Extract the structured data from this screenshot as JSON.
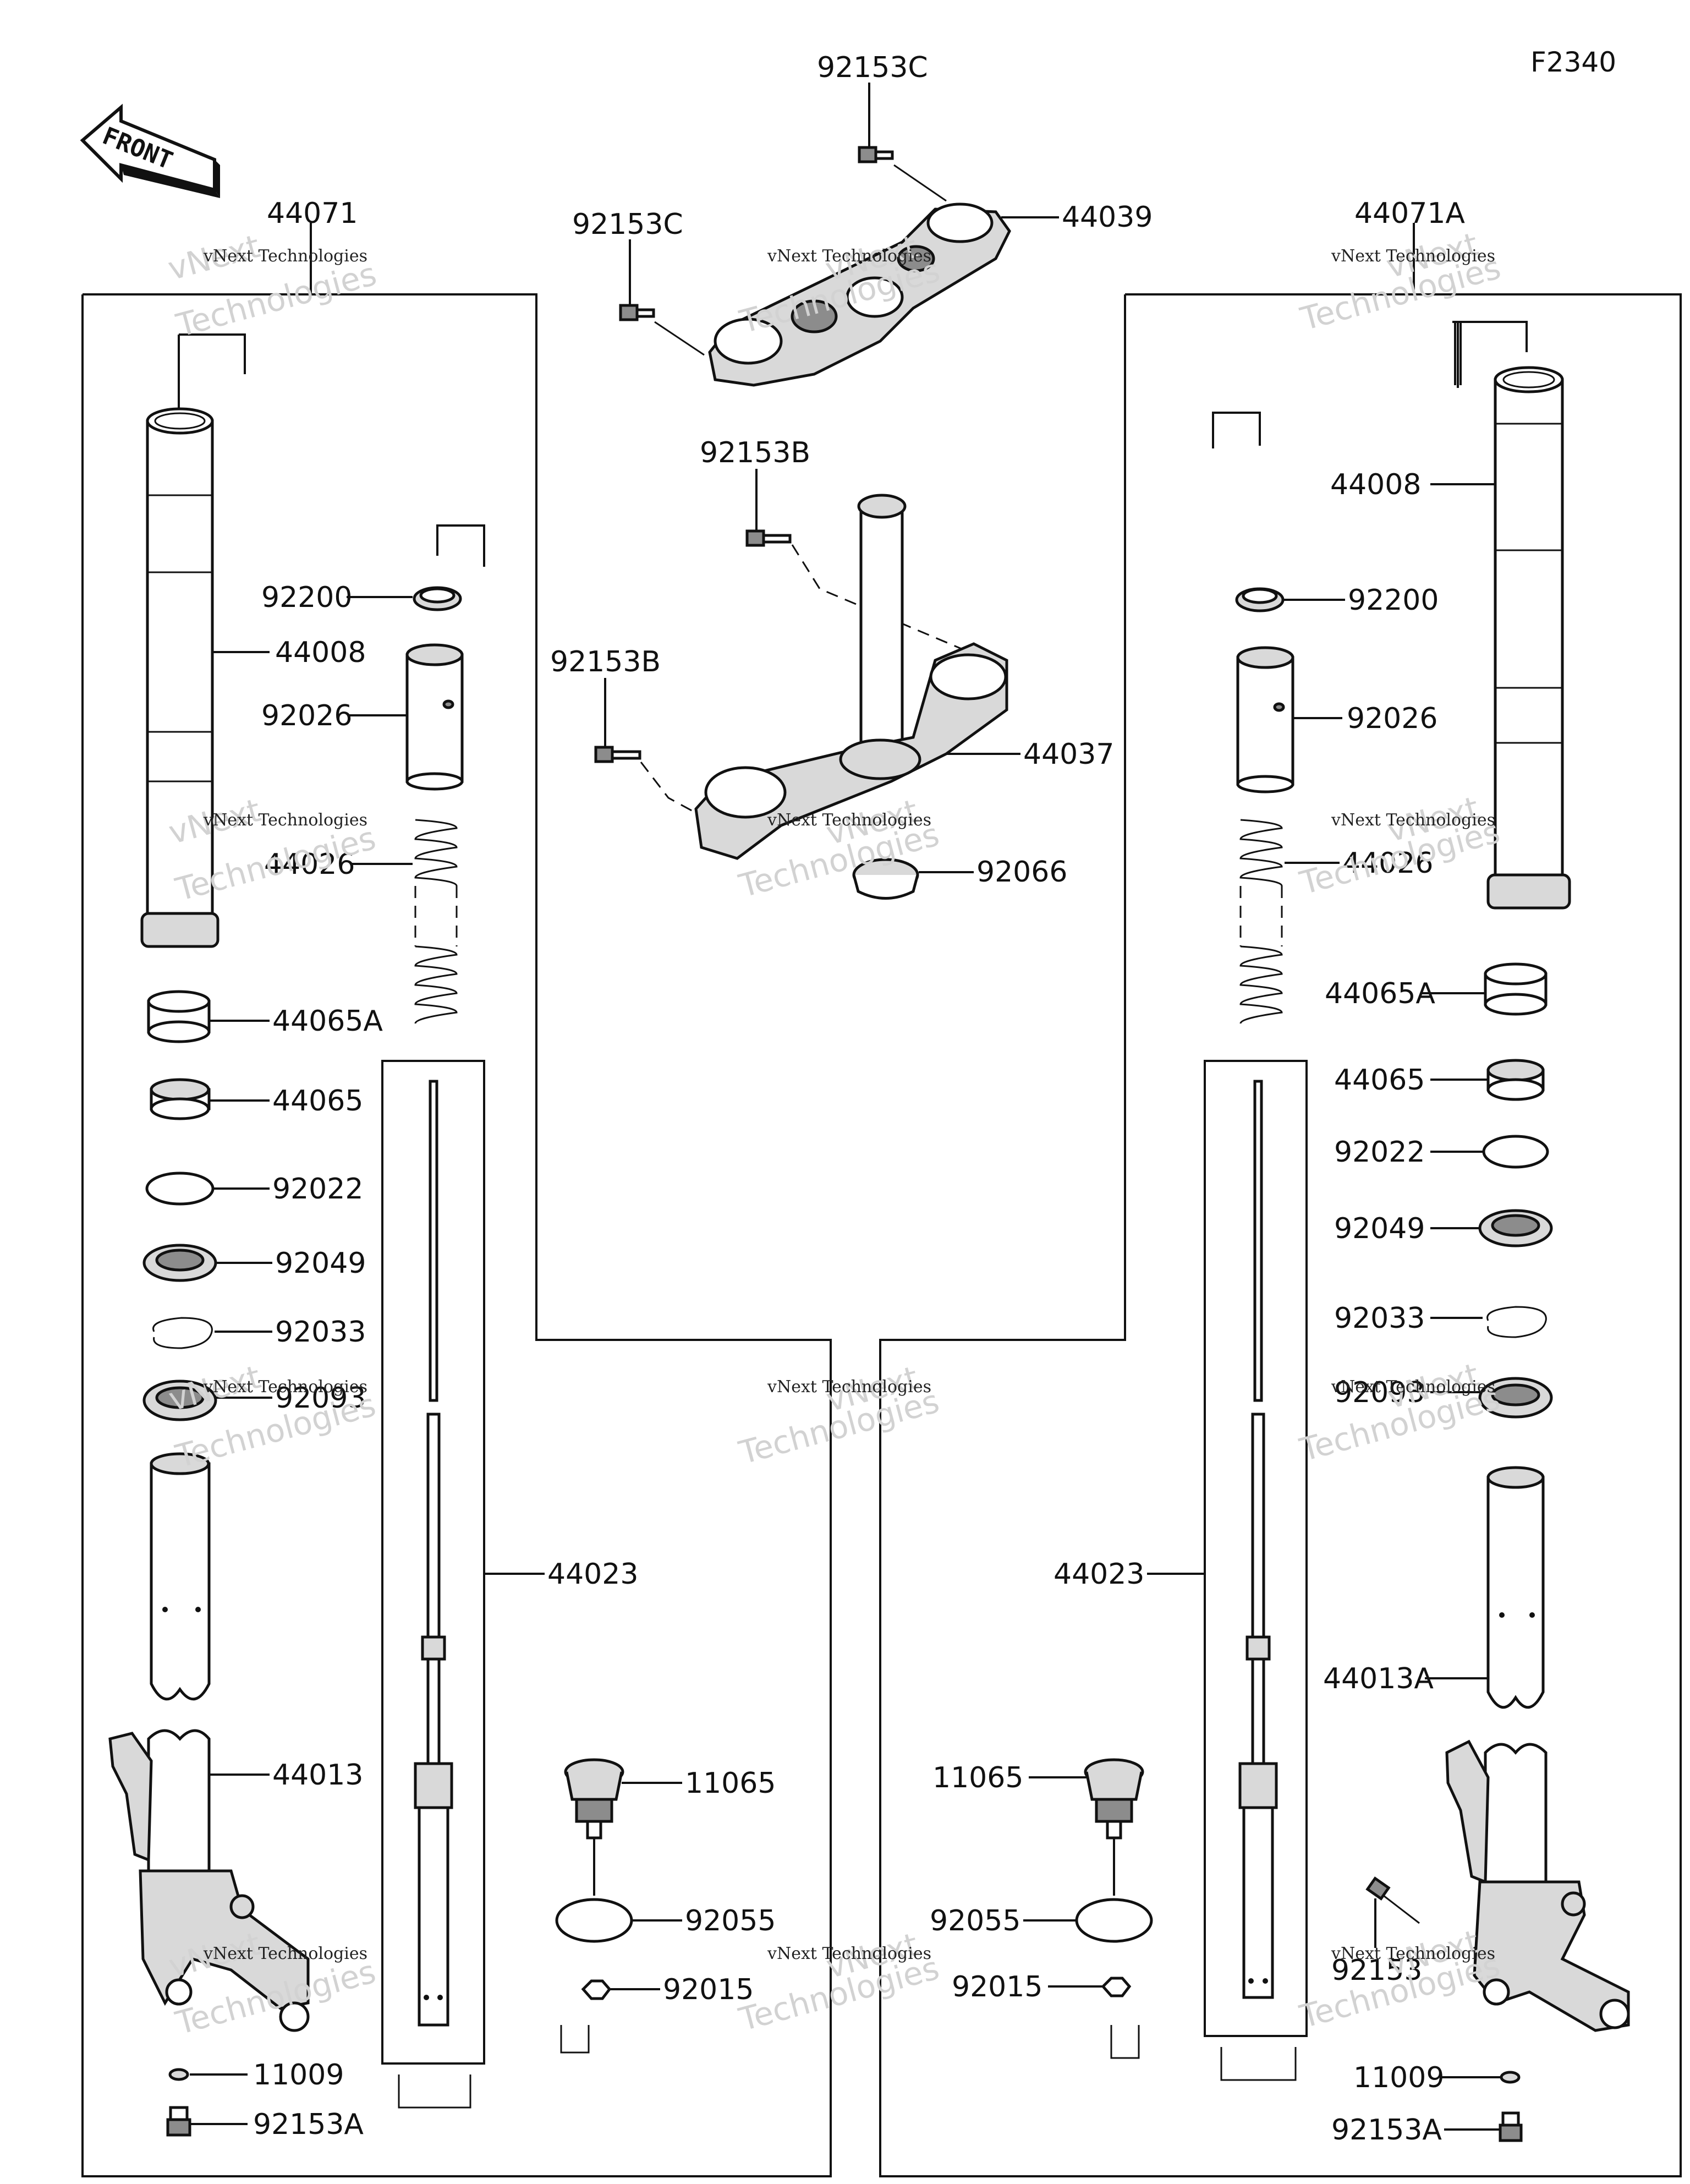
{
  "diagram_code": "F2340",
  "front_label": "FRONT",
  "watermark": {
    "company": "vNext Technologies",
    "overlay": "Technologies",
    "overlay_top": "vNext"
  },
  "assemblies": {
    "left": "44071",
    "right": "44071A"
  },
  "top": {
    "upper_bracket": "44039",
    "upper_bolt_top": "92153C",
    "upper_bolt_left": "92153C",
    "stem_bolt_top": "92153B",
    "stem_bolt_left": "92153B",
    "steering_stem": "44037",
    "stem_cap": "92066"
  },
  "left_fork": {
    "outer_tube": "44008",
    "seat": "92200",
    "spacer": "92026",
    "spring": "44026",
    "bushing_a": "44065A",
    "bushing": "44065",
    "washer": "92022",
    "oil_seal": "92049",
    "stop_ring": "92033",
    "dust_seal": "92093",
    "cylinder_unit": "44023",
    "inner_tube": "44013",
    "gasket": "11009",
    "bolt": "92153A"
  },
  "center_left": {
    "cap": "11065",
    "o_ring": "92055",
    "nut": "92015"
  },
  "center_right": {
    "cap": "11065",
    "o_ring": "92055",
    "nut": "92015"
  },
  "right_fork": {
    "outer_tube": "44008",
    "seat": "92200",
    "spacer": "92026",
    "spring": "44026",
    "bushing_a": "44065A",
    "bushing": "44065",
    "washer": "92022",
    "oil_seal": "92049",
    "stop_ring": "92033",
    "dust_seal": "92093",
    "cylinder_unit": "44023",
    "inner_tube": "44013A",
    "bolt_side": "92153",
    "gasket": "11009",
    "bolt": "92153A"
  }
}
